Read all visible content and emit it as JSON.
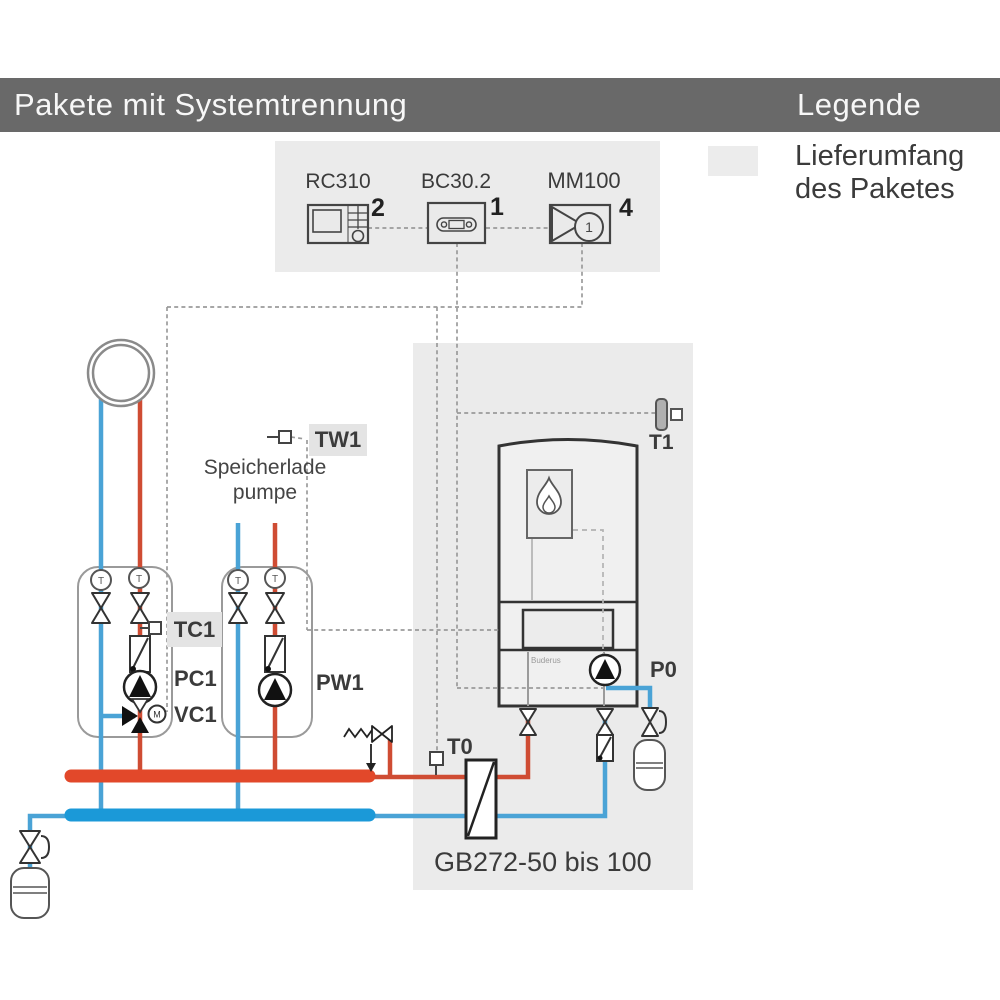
{
  "header": {
    "title": "Pakete mit Systemtrennung",
    "legend_title": "Legende"
  },
  "legend": {
    "line1": "Lieferumfang",
    "line2": "des Paketes",
    "swatch_color": "#ececec"
  },
  "modules": {
    "items": [
      {
        "name": "RC310",
        "qty": "2"
      },
      {
        "name": "BC30.2",
        "qty": "1"
      },
      {
        "name": "MM100",
        "qty": "4"
      }
    ],
    "port_number": "1"
  },
  "labels": {
    "tw1": "TW1",
    "tc1": "TC1",
    "pc1": "PC1",
    "vc1": "VC1",
    "pw1": "PW1",
    "t1": "T1",
    "t0": "T0",
    "p0": "P0",
    "storage_line1": "Speicherlade",
    "storage_line2": "pumpe",
    "boiler_model": "GB272-50 bis 100",
    "brand": "Buderus",
    "thermo": "T",
    "motor": "M"
  },
  "colors": {
    "header_bg": "#696969",
    "panel_bg": "#ebebeb",
    "pipe_red": "#d94a2d",
    "pipe_blue": "#2499d6",
    "dashed_line": "#9b9b9b",
    "text": "#3b3b3b"
  }
}
